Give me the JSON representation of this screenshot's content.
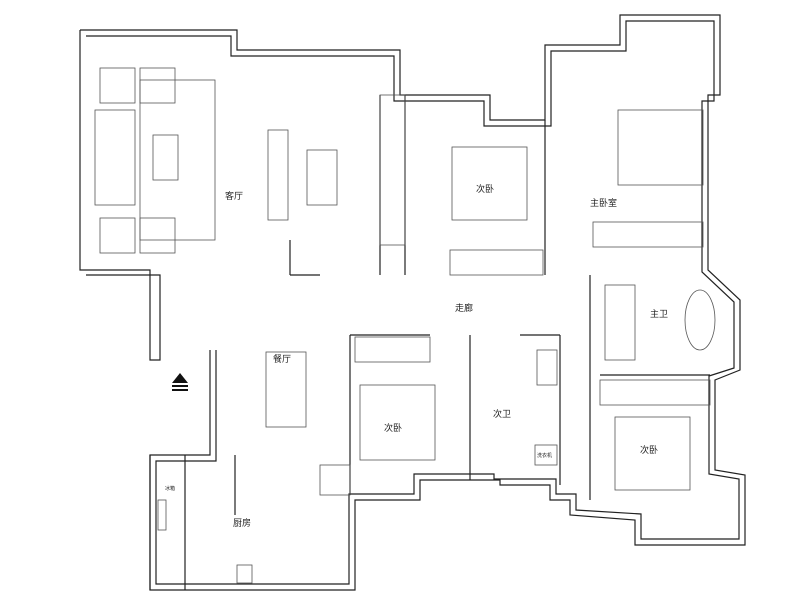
{
  "rooms": {
    "living_room": "客厅",
    "bedroom_north": "次卧",
    "master_bedroom": "主卧室",
    "corridor": "走廊",
    "master_bath": "主卫",
    "dining_room": "餐厅",
    "second_bath": "次卫",
    "bedroom_center": "次卧",
    "bedroom_east": "次卧",
    "kitchen": "厨房"
  },
  "fixtures": {
    "fridge": "冰箱",
    "washer": "洗衣机"
  }
}
